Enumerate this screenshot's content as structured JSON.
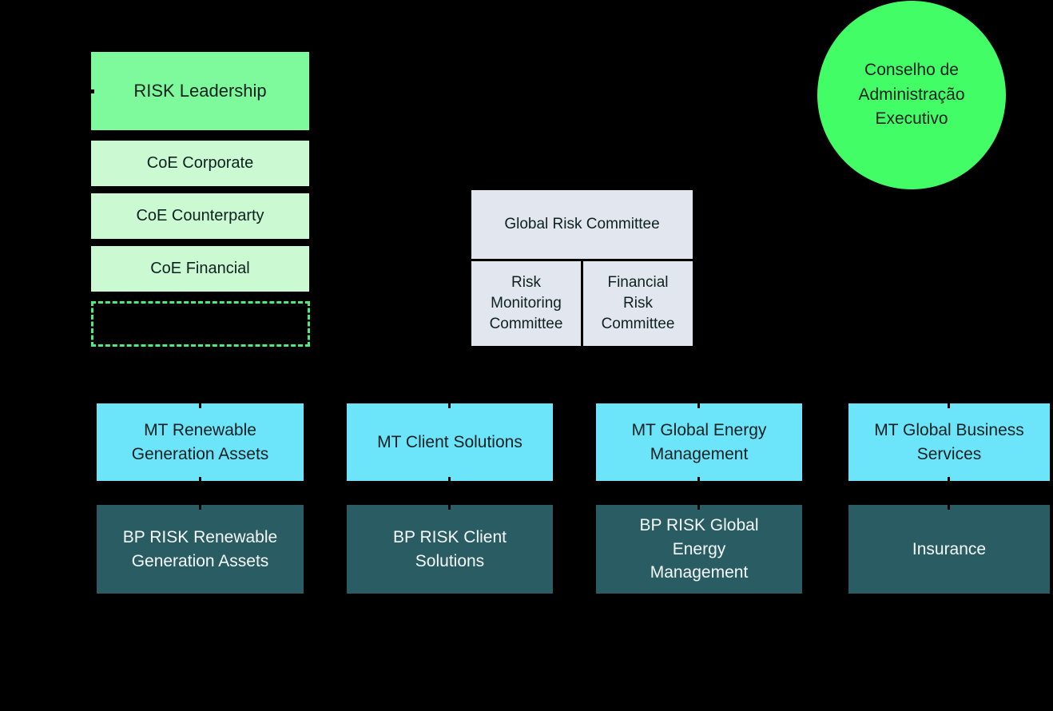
{
  "colors": {
    "background": "#000000",
    "leadership_green": "#7EFA9C",
    "coe_light_green": "#CBFAD2",
    "dashed_border_green": "#4DEB7D",
    "circle_green": "#42FD66",
    "committee_gray": "#E2E7EF",
    "mt_cyan": "#6CE4FA",
    "bp_teal": "#2A5C64",
    "dark_text": "#0E2121",
    "light_text": "#F5FBFB"
  },
  "left_column": {
    "leadership_label": "RISK Leadership",
    "coe_items": [
      {
        "label": "CoE Corporate"
      },
      {
        "label": "CoE Counterparty"
      },
      {
        "label": "CoE Financial"
      }
    ]
  },
  "committees": {
    "main_label": "Global Risk Committee",
    "sub_committees": [
      {
        "label": "Risk\nMonitoring\nCommittee"
      },
      {
        "label": "Financial\nRisk\nCommittee"
      }
    ]
  },
  "executive_circle": {
    "label": "Conselho de\nAdministração\nExecutivo"
  },
  "mt_row": [
    {
      "label": "MT Renewable\nGeneration Assets"
    },
    {
      "label": "MT Client Solutions"
    },
    {
      "label": "MT Global Energy\nManagement"
    },
    {
      "label": "MT Global Business\nServices"
    }
  ],
  "bp_row": [
    {
      "label": "BP RISK Renewable\nGeneration Assets"
    },
    {
      "label": "BP RISK Client\nSolutions"
    },
    {
      "label": "BP RISK Global\nEnergy\nManagement"
    },
    {
      "label": "Insurance"
    }
  ]
}
